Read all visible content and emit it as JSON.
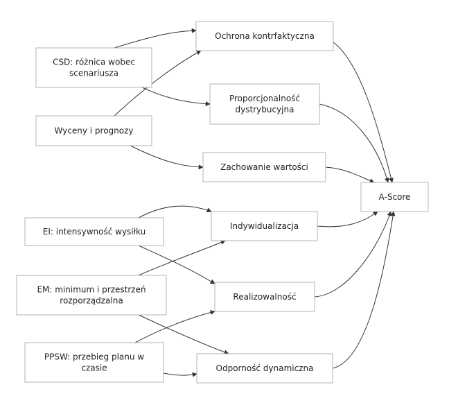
{
  "nodes": {
    "csd": [
      "CSD: różnica wobec",
      "scenariusza"
    ],
    "wyceny": [
      "Wyceny i prognozy"
    ],
    "ei": [
      "EI: intensywność wysiłku"
    ],
    "em": [
      "EM: minimum i przestrzeń",
      "rozporządzalna"
    ],
    "ppsw": [
      "PPSW: przebieg planu w",
      "czasie"
    ],
    "ochrona": [
      "Ochrona kontrfaktyczna"
    ],
    "proporcjonalnosc": [
      "Proporcjonalność",
      "dystrybucyjna"
    ],
    "zachowanie": [
      "Zachowanie wartości"
    ],
    "indywidualizacja": [
      "Indywidualizacja"
    ],
    "realizowalnosc": [
      "Realizowalność"
    ],
    "odpornosc": [
      "Odporność dynamiczna"
    ],
    "ascore": [
      "A-Score"
    ]
  },
  "edges": [
    [
      "csd",
      "ochrona"
    ],
    [
      "csd",
      "proporcjonalnosc"
    ],
    [
      "wyceny",
      "ochrona"
    ],
    [
      "wyceny",
      "zachowanie"
    ],
    [
      "ei",
      "indywidualizacja"
    ],
    [
      "ei",
      "realizowalnosc"
    ],
    [
      "em",
      "indywidualizacja"
    ],
    [
      "em",
      "odpornosc"
    ],
    [
      "ppsw",
      "realizowalnosc"
    ],
    [
      "ppsw",
      "odpornosc"
    ],
    [
      "ochrona",
      "ascore"
    ],
    [
      "proporcjonalnosc",
      "ascore"
    ],
    [
      "zachowanie",
      "ascore"
    ],
    [
      "indywidualizacja",
      "ascore"
    ],
    [
      "realizowalnosc",
      "ascore"
    ],
    [
      "odpornosc",
      "ascore"
    ]
  ]
}
